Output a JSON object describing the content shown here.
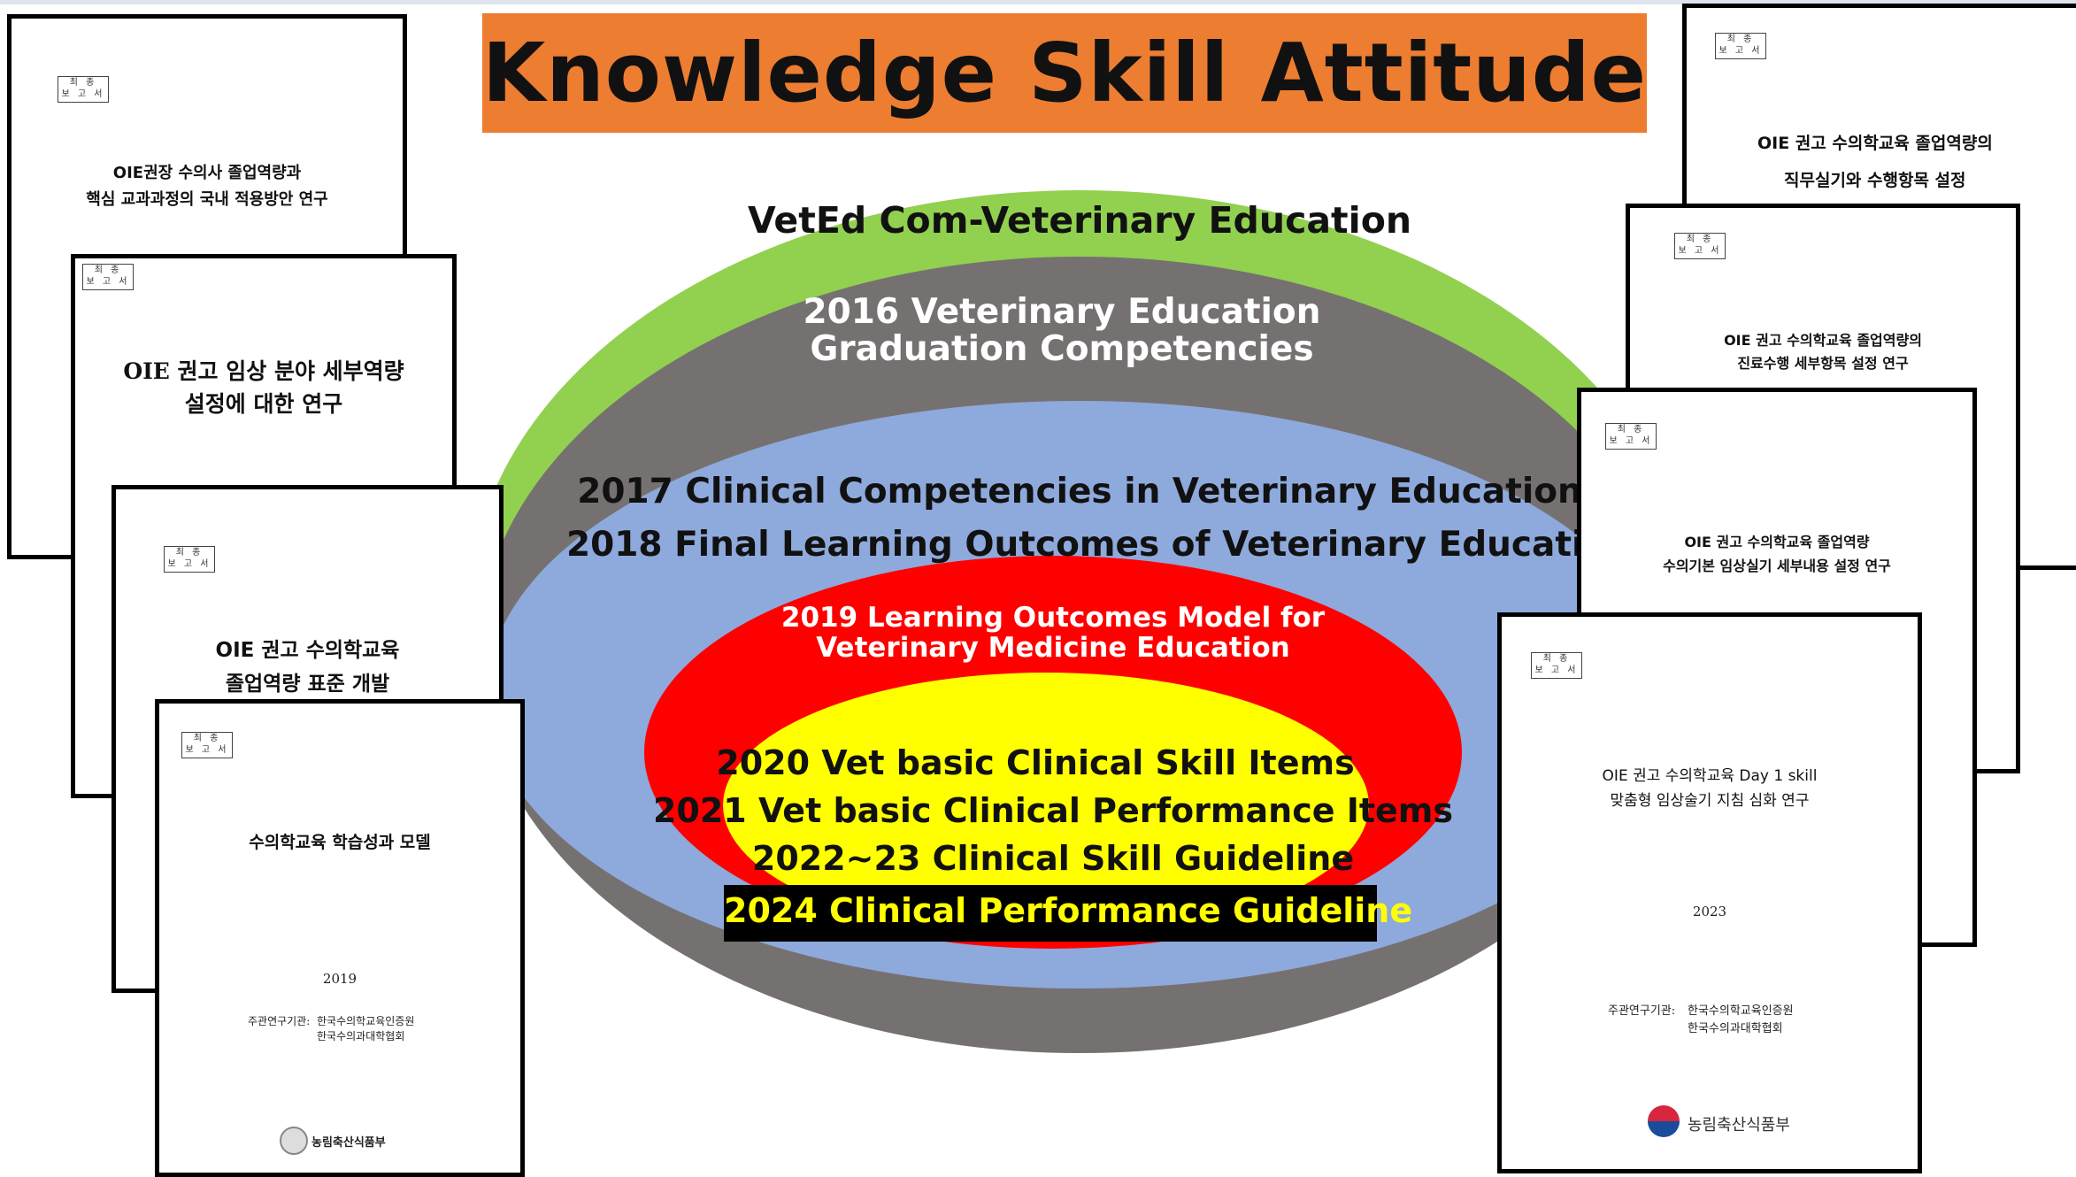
{
  "banner": {
    "words": [
      "Knowledge",
      "Skill",
      "Attitude"
    ]
  },
  "layers": {
    "green": "VetEd Com-Veterinary Education",
    "gray_line1": "2016 Veterinary Education",
    "gray_line2": "Graduation Competencies",
    "blue_line1": "2017 Clinical Competencies in Veterinary Education",
    "blue_line2": "2018 Final Learning Outcomes of Veterinary Education",
    "red_line1": "2019 Learning Outcomes Model for",
    "red_line2": "Veterinary Medicine Education",
    "yellow_line1": "2020 Vet basic Clinical Skill Items",
    "yellow_line2": "2021 Vet basic Clinical Performance Items",
    "yellow_line3": "2022~23 Clinical Skill Guideline",
    "black_box": "2024 Clinical Performance Guideline"
  },
  "colors": {
    "banner": "#ED7D31",
    "green": "#92D050",
    "gray": "#767171",
    "blue": "#8EA9DB",
    "red": "#FF0000",
    "yellow": "#FFFF00"
  },
  "stamp": {
    "line1": "최 종",
    "line2": "보 고 서"
  },
  "documents": {
    "d1": {
      "title1": "OIE권장 수의사 졸업역량과",
      "title2": "핵심 교과과정의 국내 적용방안 연구"
    },
    "d2": {
      "title1": "OIE 권고 임상 분야 세부역량",
      "title2": "설정에 대한 연구"
    },
    "d3": {
      "title1": "OIE 권고 수의학교육",
      "title2": "졸업역량 표준 개발"
    },
    "d4": {
      "title1": "수의학교육 학습성과 모델",
      "year": "2019",
      "org_label": "주관연구기관:",
      "org1": "한국수의학교육인증원",
      "org2": "한국수의과대학협회",
      "ministry": "농림축산식품부"
    },
    "r1": {
      "title1": "OIE 권고 수의학교육 졸업역량의",
      "title2": "직무실기와 수행항목 설정"
    },
    "r2": {
      "title1": "OIE 권고 수의학교육 졸업역량의",
      "title2": "진료수행 세부항목 설정 연구"
    },
    "r3": {
      "title1": "OIE 권고 수의학교육 졸업역량",
      "title2": "수의기본 임상실기 세부내용 설정 연구"
    },
    "r4": {
      "title1": "OIE 권고 수의학교육 Day 1 skill",
      "title2": "맞춤형 임상술기 지침 심화 연구",
      "year": "2023",
      "org_label": "주관연구기관:",
      "org1": "한국수의학교육인증원",
      "org2": "한국수의과대학협회",
      "ministry": "농림축산식품부"
    }
  }
}
